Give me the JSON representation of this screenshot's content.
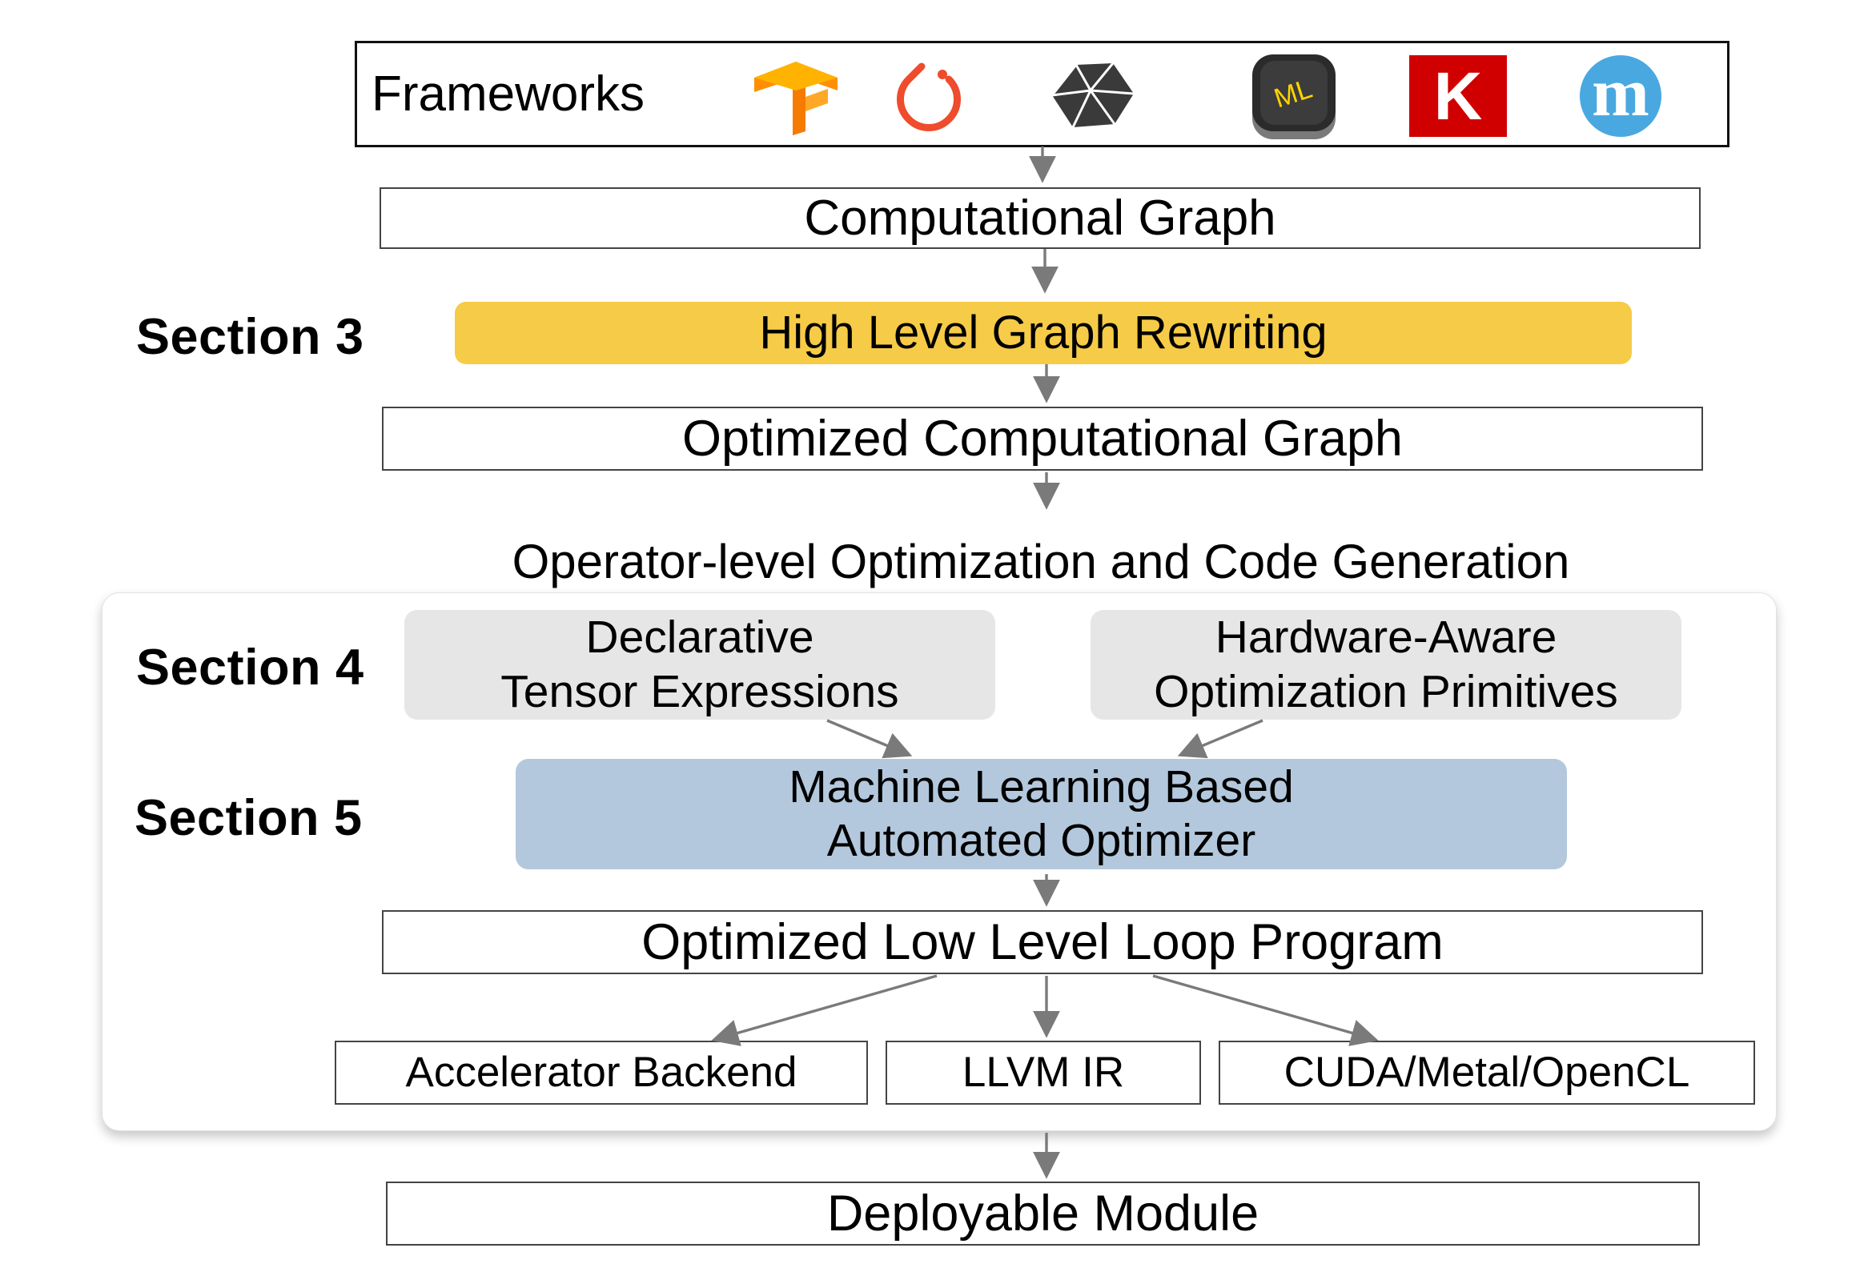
{
  "frameworks": {
    "label": "Frameworks",
    "logos": [
      {
        "icon": "tensorflow-logo-icon",
        "color": "#FF8F00"
      },
      {
        "icon": "pytorch-logo-icon",
        "color": "#EE4C2C"
      },
      {
        "icon": "mxnet-logo-icon",
        "color": "#3a3a3a"
      },
      {
        "icon": "coreml-logo-icon",
        "text": "ML",
        "color": "#FFD400"
      },
      {
        "icon": "keras-logo-icon",
        "text": "K",
        "color": "#D00000"
      },
      {
        "icon": "onnx-m-logo-icon",
        "text": "m",
        "color": "#4AA8E0"
      }
    ]
  },
  "sections": {
    "s3": "Section 3",
    "s4": "Section 4",
    "s5": "Section 5"
  },
  "nodes": {
    "computational_graph": "Computational Graph",
    "high_level_rewriting": "High Level Graph Rewriting",
    "optimized_graph": "Optimized Computational Graph",
    "operator_level_title": "Operator-level Optimization and Code Generation",
    "declarative": {
      "line1": "Declarative",
      "line2": "Tensor Expressions"
    },
    "hardware_aware": {
      "line1": "Hardware-Aware",
      "line2": "Optimization Primitives"
    },
    "ml_optimizer": {
      "line1": "Machine Learning Based",
      "line2": "Automated Optimizer"
    },
    "low_level_program": "Optimized Low Level Loop Program",
    "backends": {
      "accelerator": "Accelerator Backend",
      "llvm": "LLVM IR",
      "cuda": "CUDA/Metal/OpenCL"
    },
    "deployable": "Deployable Module"
  },
  "colors": {
    "rewriting_fill": "#F6CB47",
    "ml_optimizer_fill": "#B3C8DC",
    "primitive_fill": "#E6E6E6",
    "arrow": "#7A7A7A",
    "keras_red": "#D00000",
    "onnx_blue": "#4AA8E0"
  }
}
